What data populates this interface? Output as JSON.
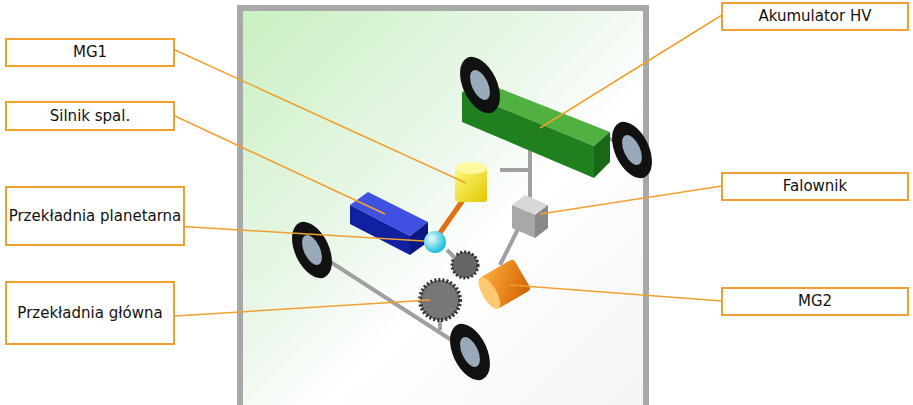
{
  "diagram": {
    "nodes": [
      {
        "text": [
          "MG1"
        ]
      },
      {
        "text": [
          "Silnik spal."
        ]
      },
      {
        "text": [
          "Przekładnia planetarna"
        ]
      },
      {
        "text": [
          "Przekładnia główna"
        ]
      },
      {
        "text": [
          "Akumulator HV"
        ]
      },
      {
        "text": [
          "Falownik"
        ]
      },
      {
        "text": [
          "MG2"
        ]
      }
    ]
  }
}
